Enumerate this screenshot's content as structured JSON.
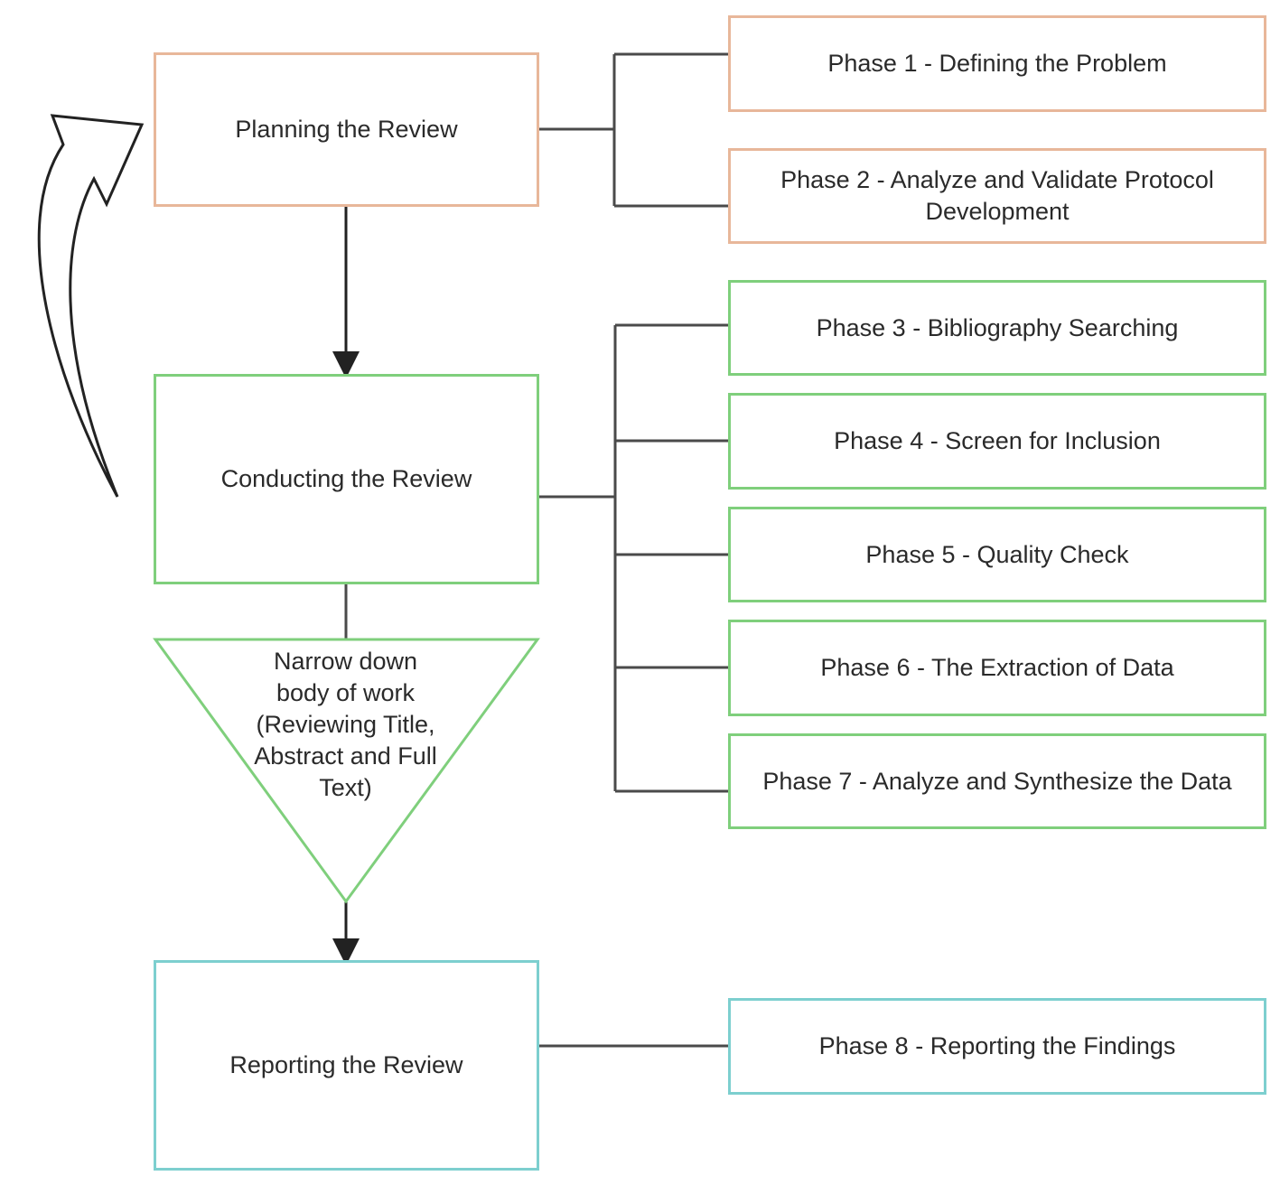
{
  "stages": {
    "planning": "Planning the Review",
    "conducting": "Conducting the Review",
    "narrow": "Narrow down body of work (Reviewing Title, Abstract and Full Text)",
    "narrow_lines": [
      "Narrow down",
      "body of work",
      "(Reviewing Title,",
      "Abstract and Full",
      "Text)"
    ],
    "reporting": "Reporting the Review"
  },
  "phases": [
    {
      "label": "Phase 1 - Defining the Problem",
      "group": "planning"
    },
    {
      "label": "Phase 2 - Analyze and Validate Protocol Development",
      "group": "planning"
    },
    {
      "label": "Phase 3 - Bibliography Searching",
      "group": "conducting"
    },
    {
      "label": "Phase 4 - Screen for Inclusion",
      "group": "conducting"
    },
    {
      "label": "Phase 5 - Quality Check",
      "group": "conducting"
    },
    {
      "label": "Phase 6 - The Extraction of Data",
      "group": "conducting"
    },
    {
      "label": "Phase 7 - Analyze and Synthesize the Data",
      "group": "conducting"
    },
    {
      "label": "Phase 8 - Reporting the Findings",
      "group": "reporting"
    }
  ],
  "colors": {
    "planning": "#e8b79a",
    "conducting": "#7fcf7c",
    "reporting": "#7dcfcf",
    "connector": "#4a4a4a"
  }
}
